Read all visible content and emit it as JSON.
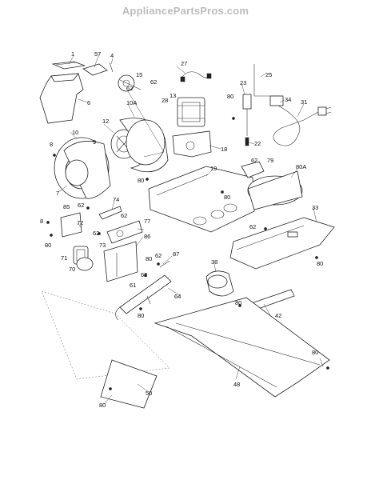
{
  "watermark": "AppliancePartsPros.com",
  "callouts": [
    {
      "id": "c1",
      "text": "1"
    },
    {
      "id": "c57",
      "text": "57"
    },
    {
      "id": "c4",
      "text": "4"
    },
    {
      "id": "c6",
      "text": "6"
    },
    {
      "id": "c62a",
      "text": "62"
    },
    {
      "id": "c15",
      "text": "15"
    },
    {
      "id": "c62b",
      "text": "62"
    },
    {
      "id": "c13",
      "text": "13"
    },
    {
      "id": "c27",
      "text": "27"
    },
    {
      "id": "c25",
      "text": "25"
    },
    {
      "id": "c23",
      "text": "23"
    },
    {
      "id": "c34",
      "text": "34"
    },
    {
      "id": "c31",
      "text": "31"
    },
    {
      "id": "c28",
      "text": "28"
    },
    {
      "id": "c80a",
      "text": "80"
    },
    {
      "id": "c10A",
      "text": "10A"
    },
    {
      "id": "c10",
      "text": "10"
    },
    {
      "id": "c12",
      "text": "12"
    },
    {
      "id": "c8a",
      "text": "8"
    },
    {
      "id": "c9",
      "text": "9"
    },
    {
      "id": "c22",
      "text": "22"
    },
    {
      "id": "c18",
      "text": "18"
    },
    {
      "id": "c80b",
      "text": "80"
    },
    {
      "id": "c19",
      "text": "19"
    },
    {
      "id": "c62c",
      "text": "62"
    },
    {
      "id": "c79",
      "text": "79"
    },
    {
      "id": "c80A",
      "text": "80A"
    },
    {
      "id": "c7",
      "text": "7"
    },
    {
      "id": "c80c",
      "text": "80"
    },
    {
      "id": "c74",
      "text": "74"
    },
    {
      "id": "c62d",
      "text": "62"
    },
    {
      "id": "c8b",
      "text": "8"
    },
    {
      "id": "c85",
      "text": "85"
    },
    {
      "id": "c62e",
      "text": "62"
    },
    {
      "id": "c77",
      "text": "77"
    },
    {
      "id": "c33",
      "text": "33"
    },
    {
      "id": "c72",
      "text": "72"
    },
    {
      "id": "c62f",
      "text": "62"
    },
    {
      "id": "c62g",
      "text": "62"
    },
    {
      "id": "c86",
      "text": "86"
    },
    {
      "id": "c80d",
      "text": "80"
    },
    {
      "id": "c73",
      "text": "73"
    },
    {
      "id": "c71",
      "text": "71"
    },
    {
      "id": "c62h",
      "text": "62"
    },
    {
      "id": "c87",
      "text": "87"
    },
    {
      "id": "c80e",
      "text": "80"
    },
    {
      "id": "c70",
      "text": "70"
    },
    {
      "id": "c62i",
      "text": "62"
    },
    {
      "id": "c38",
      "text": "38"
    },
    {
      "id": "c80f",
      "text": "80"
    },
    {
      "id": "c61",
      "text": "61"
    },
    {
      "id": "c64",
      "text": "64"
    },
    {
      "id": "c80g",
      "text": "80"
    },
    {
      "id": "c42",
      "text": "42"
    },
    {
      "id": "c80h",
      "text": "80"
    },
    {
      "id": "c80i",
      "text": "80"
    },
    {
      "id": "c48",
      "text": "48"
    },
    {
      "id": "c50",
      "text": "50"
    },
    {
      "id": "c80j",
      "text": "80"
    }
  ]
}
